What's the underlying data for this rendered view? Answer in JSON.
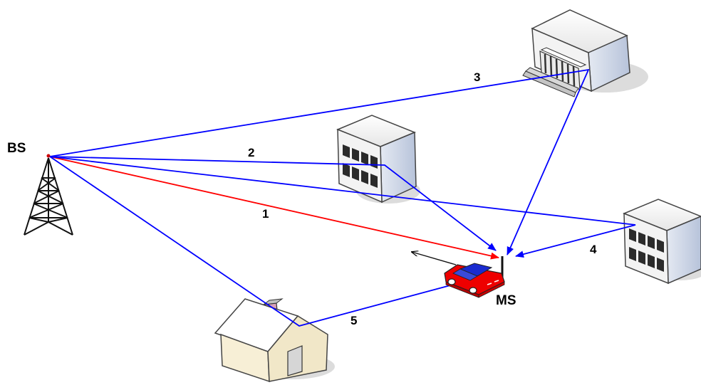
{
  "labels": {
    "base_station": "BS",
    "mobile_station": "MS"
  },
  "paths": [
    {
      "id": "1",
      "label": "1",
      "kind": "direct"
    },
    {
      "id": "2",
      "label": "2",
      "kind": "reflected"
    },
    {
      "id": "3",
      "label": "3",
      "kind": "reflected"
    },
    {
      "id": "4",
      "label": "4",
      "kind": "reflected"
    },
    {
      "id": "5",
      "label": "5",
      "kind": "reflected"
    }
  ],
  "colors": {
    "direct_path": "#ff0000",
    "reflected_path": "#0000ff",
    "car_body": "#ee0000",
    "car_roof": "#1a2bd0",
    "building_front": "#f2f2f2",
    "building_side": "#c9d3e6"
  },
  "icons": [
    "tower-icon",
    "office-building-icon",
    "columned-building-icon",
    "house-icon",
    "car-icon"
  ]
}
